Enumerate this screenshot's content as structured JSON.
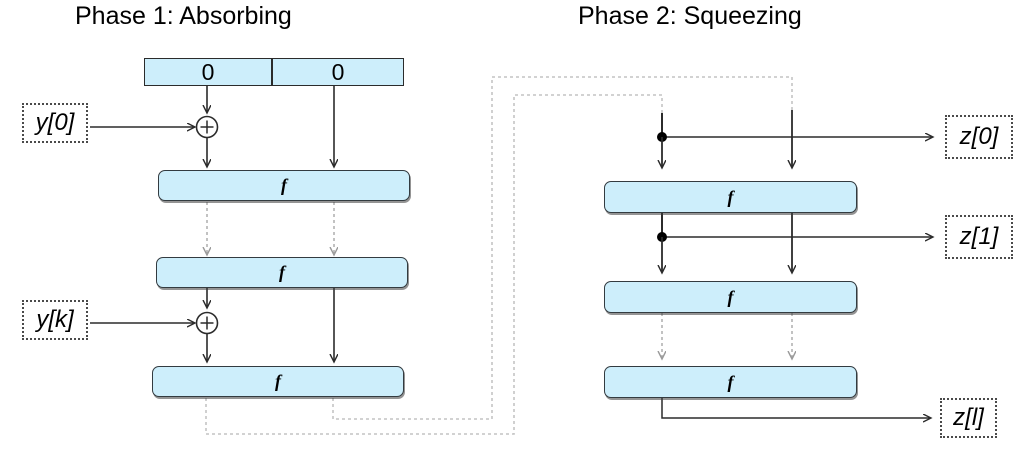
{
  "diagram": {
    "kind": "sponge-construction",
    "colors": {
      "block_fill": "#cdeefb",
      "block_stroke": "#333b40",
      "solid_line": "#2b2b2b",
      "dashed_line": "#a8a8a8",
      "background": "#ffffff",
      "text": "#000000"
    },
    "phases": [
      {
        "id": "phase1",
        "title": "Phase 1: Absorbing"
      },
      {
        "id": "phase2",
        "title": "Phase 2: Squeezing"
      }
    ],
    "register": {
      "cells": [
        {
          "label": "0",
          "name": "rate-register-cell"
        },
        {
          "label": "0",
          "name": "capacity-register-cell"
        }
      ]
    },
    "permutation_label": "f",
    "phase1": {
      "functions": [
        {
          "label": "f"
        },
        {
          "label": "f"
        },
        {
          "label": "f"
        }
      ],
      "inputs": [
        {
          "label": "y[0]",
          "name": "input-y0"
        },
        {
          "label": "y[k]",
          "name": "input-yk"
        }
      ],
      "xor_symbol": "+"
    },
    "phase2": {
      "functions": [
        {
          "label": "f"
        },
        {
          "label": "f"
        },
        {
          "label": "f"
        }
      ],
      "outputs": [
        {
          "label": "z[0]",
          "name": "output-z0"
        },
        {
          "label": "z[1]",
          "name": "output-z1"
        },
        {
          "label": "z[l]",
          "name": "output-zl"
        }
      ]
    }
  }
}
